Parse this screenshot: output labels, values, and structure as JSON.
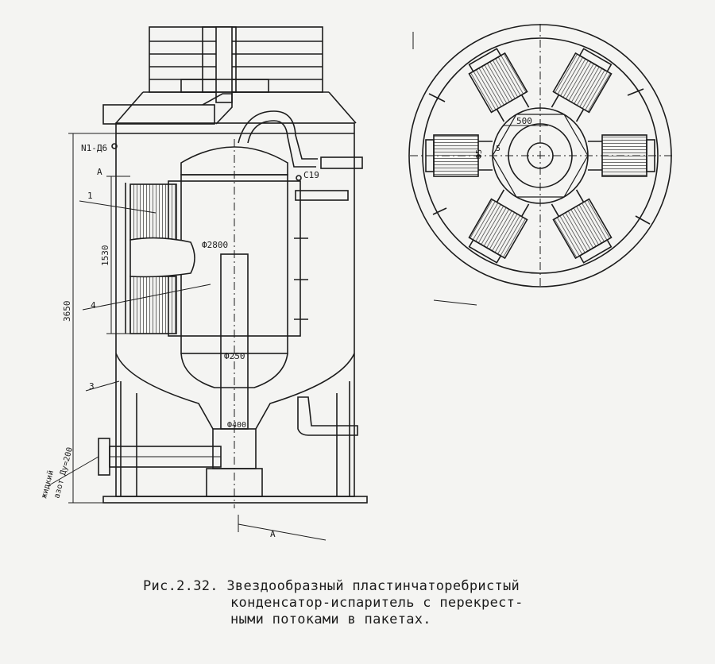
{
  "figure": {
    "caption_number": "Рис.2.32.",
    "caption_line1": "Звездообразный пластинчаторебристый",
    "caption_line2": "конденсатор-испаритель с перекрест-",
    "caption_line3": "ными потоками в пакетах."
  },
  "side_view": {
    "label_nozzle": "N1-Д6",
    "label_section": "A",
    "label_pos1": "1",
    "label_pos3": "3",
    "label_pos4": "4",
    "dim_height_total": "3650",
    "dim_height_pack": "1530",
    "dim_diameter_vessel": "Ф2800",
    "dim_diameter_pipe": "Ф250",
    "dim_diameter_bottom": "Ф400",
    "label_c19": "C19",
    "label_liquid": "жидкий",
    "label_nitrogen": "азот  Ду=200",
    "label_section_bottom": "A"
  },
  "plan_view": {
    "dim_500": "500",
    "label_f5": "Ф5",
    "label_5": "5"
  },
  "colors": {
    "ink": "#1c1c1c",
    "paper": "#f4f4f2",
    "hatch": "#444444"
  }
}
